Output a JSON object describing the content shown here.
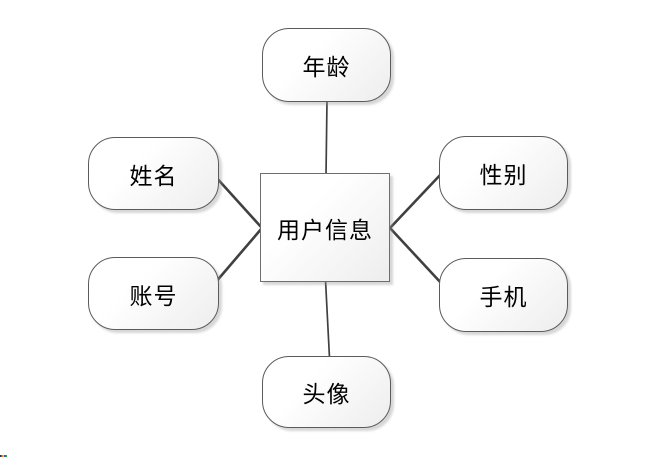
{
  "diagram": {
    "center": {
      "id": "user-info",
      "label": "用户信息"
    },
    "nodes": [
      {
        "id": "age",
        "label": "年龄"
      },
      {
        "id": "name",
        "label": "姓名"
      },
      {
        "id": "account",
        "label": "账号"
      },
      {
        "id": "gender",
        "label": "性别"
      },
      {
        "id": "phone",
        "label": "手机"
      },
      {
        "id": "avatar",
        "label": "头像"
      }
    ],
    "colors": {
      "background": "#ffffff",
      "shape_border": "#5b5b5b",
      "shape_fill_light": "#ffffff",
      "shape_fill_dark": "#ededed",
      "connector": "#404040",
      "shadow": "#d9d9d9",
      "text": "#000000"
    }
  }
}
